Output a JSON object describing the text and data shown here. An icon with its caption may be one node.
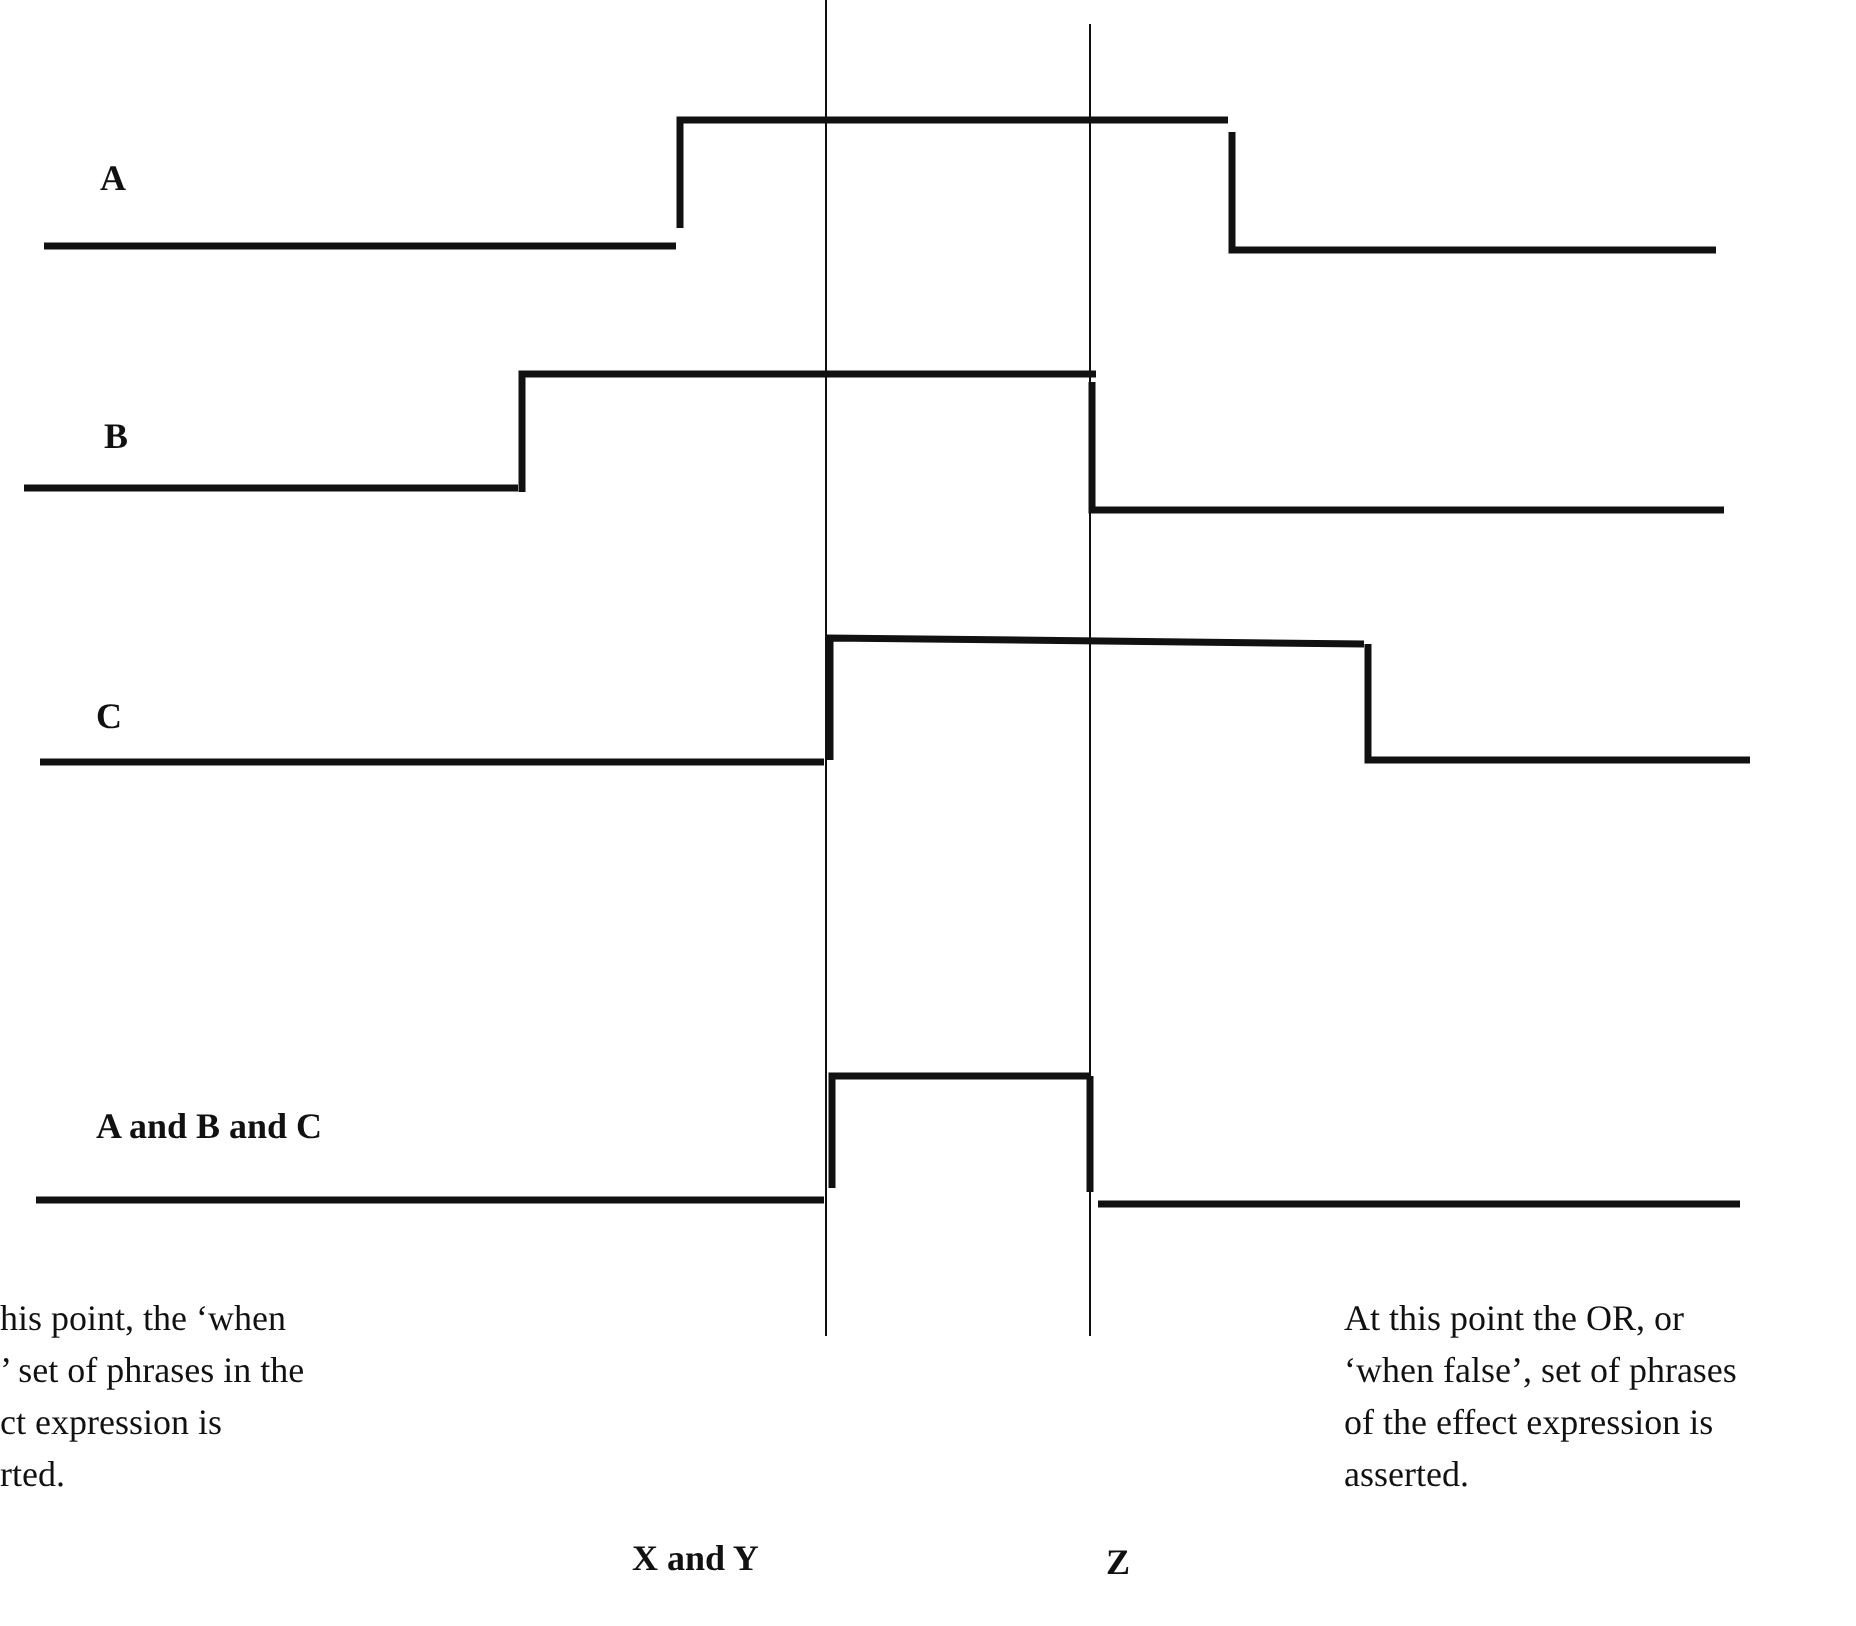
{
  "diagram": {
    "labels": [
      "A",
      "B",
      "C",
      "A and B and C",
      "his point, the ‘when",
      "’ set of phrases in the",
      "ct expression is",
      "rted.",
      "X and Y",
      "Z",
      "At this point the OR, or ‘when false’, set of phrases of the effect expression is asserted."
    ]
  }
}
